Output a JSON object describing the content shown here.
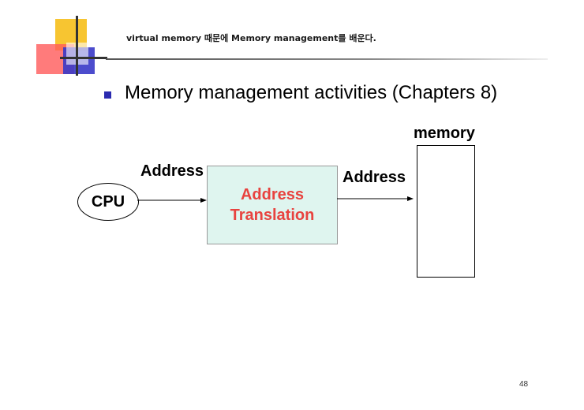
{
  "header": {
    "text": "virtual memory 때문에 Memory management를 배운다."
  },
  "bullet": {
    "text": "Memory management activities (Chapters 8)",
    "color": "#2b2bb0"
  },
  "diagram": {
    "cpu_label": "CPU",
    "address_label_1": "Address",
    "translation_line_1": "Address",
    "translation_line_2": "Translation",
    "address_label_2": "Address",
    "memory_label": "memory",
    "translation_box_color": "#dff5ef",
    "translation_text_color": "#e8433f"
  },
  "footer": {
    "page_number": "48"
  }
}
